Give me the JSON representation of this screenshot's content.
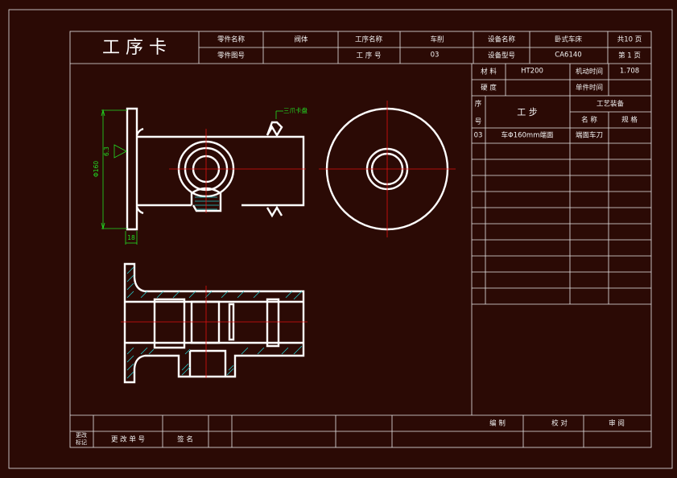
{
  "header": {
    "title": "工 序 卡",
    "part_name_label": "零件名称",
    "part_name": "阀体",
    "part_no_label": "零件图号",
    "part_no": "",
    "process_name_label": "工序名称",
    "process_name": "车削",
    "process_no_label": "工 序 号",
    "process_no": "03",
    "equipment_name_label": "设备名称",
    "equipment_name": "卧式车床",
    "equipment_model_label": "设备型号",
    "equipment_model": "CA6140",
    "total_pages": "共10 页",
    "page_no": "第 1 页"
  },
  "material": {
    "material_label": "材 料",
    "material": "HT200",
    "machine_time_label": "机动时间",
    "machine_time": "1.708",
    "hardness_label": "硬 度",
    "hardness": "",
    "unit_time_label": "单件时间",
    "unit_time": ""
  },
  "steps": {
    "seq_label_1": "序",
    "seq_label_2": "号",
    "step_label": "工 步",
    "equipment_label": "工艺装备",
    "name_label": "名 称",
    "spec_label": "规 格",
    "rows": [
      {
        "no": "03",
        "step": "车Φ160mm端面",
        "tool": "端面车刀",
        "spec": ""
      }
    ]
  },
  "drawing": {
    "clamp_note": "三爪卡盘",
    "dim_dia": "Φ160",
    "dim_rough": "6.3",
    "dim_len": "18"
  },
  "footer": {
    "change_mark_1": "更改",
    "change_mark_2": "标记",
    "change_doc_label": "更 改 单 号",
    "sign_label": "签 名",
    "compile_label": "编 制",
    "check_label": "校 对",
    "review_label": "审 阅"
  }
}
